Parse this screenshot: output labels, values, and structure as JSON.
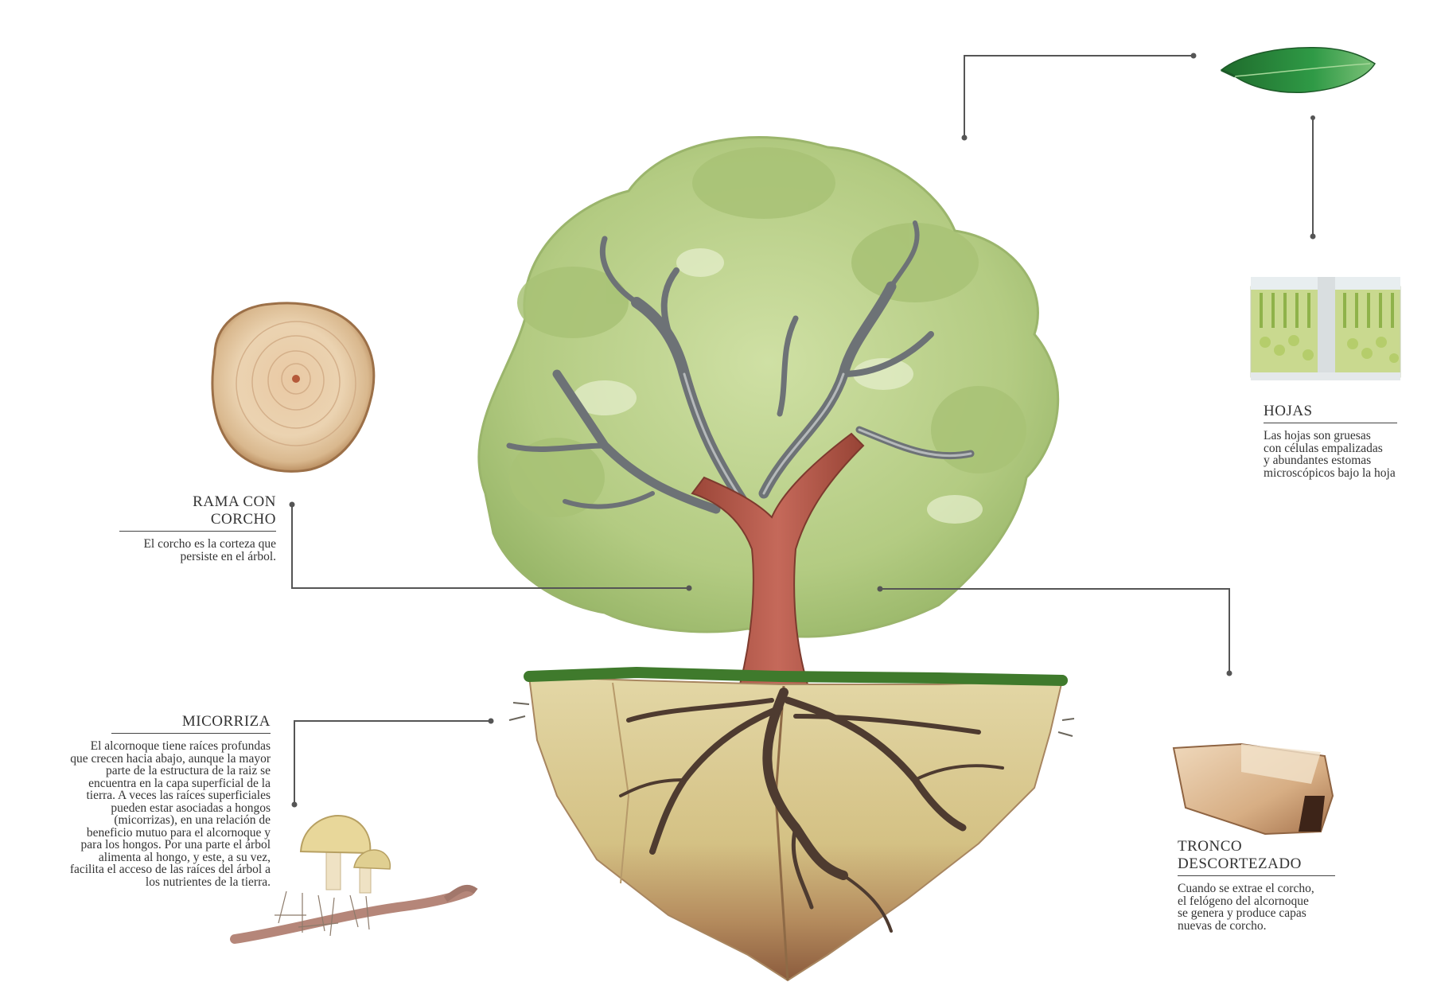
{
  "callouts": {
    "hojas": {
      "title": "HOJAS",
      "desc_lines": [
        "Las hojas son gruesas",
        "con células empalizadas",
        "y abundantes estomas",
        "microscópicos bajo la hoja"
      ]
    },
    "rama": {
      "title_lines": [
        "RAMA CON",
        "CORCHO"
      ],
      "desc_lines": [
        "El corcho es la corteza que",
        "persiste en el árbol."
      ]
    },
    "micorriza": {
      "title": "MICORRIZA",
      "desc_lines": [
        "El alcornoque tiene raíces profundas",
        "que crecen hacia abajo, aunque la mayor",
        "parte de la estructura de la raiz se",
        "encuentra en la capa superficial de la",
        "tierra. A veces las raíces superficiales",
        "pueden estar asociadas a hongos",
        "(micorrizas), en una relación de",
        "beneficio mutuo para el alcornoque y",
        "para los hongos. Por una parte el árbol",
        "alimenta al hongo, y este, a su vez,",
        "facilita el acceso de las raíces del árbol a",
        "los nutrientes de la tierra."
      ]
    },
    "tronco": {
      "title_lines": [
        "TRONCO",
        "DESCORTEZADO"
      ],
      "desc_lines": [
        "Cuando se extrae el corcho,",
        "el felógeno del alcornoque",
        "se genera y produce capas",
        "nuevas de corcho."
      ]
    }
  },
  "colors": {
    "foliage": "#b7cf86",
    "foliage_dark": "#8fae5c",
    "trunk": "#b6584a",
    "branch_gray": "#6f7478",
    "soil": "#d9c98f",
    "soil_dark": "#8a5a3c",
    "root": "#4e3b30",
    "grass": "#3f7a2c",
    "leaf": "#2f8a3c",
    "connector": "#555555"
  }
}
